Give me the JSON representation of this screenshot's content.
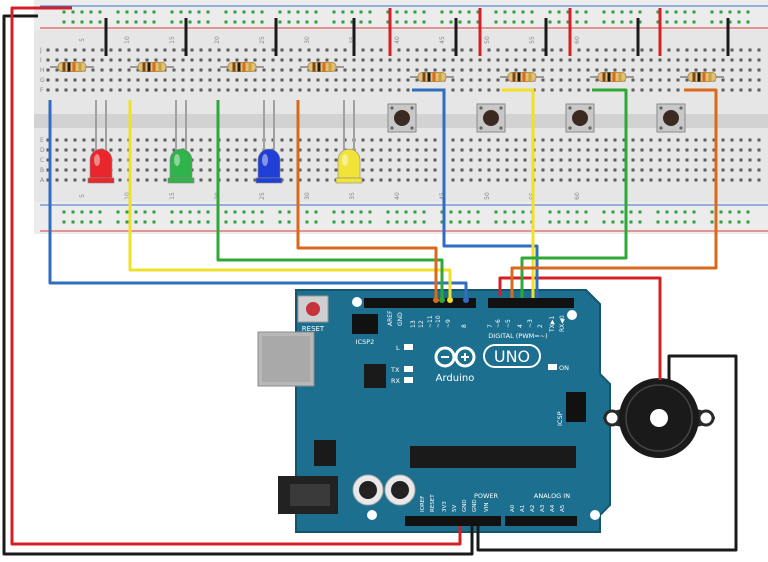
{
  "board": {
    "reset_label": "RESET",
    "icsp2_label": "ICSP2",
    "icsp_label": "ICSP",
    "brand": "Arduino",
    "model": "UNO",
    "on_label": "ON",
    "l_label": "L",
    "tx_label": "TX",
    "rx_label": "RX",
    "digital_label": "DIGITAL (PWM=~)",
    "power_label": "POWER",
    "analog_label": "ANALOG IN",
    "aref_label": "AREF",
    "gnd_label": "GND",
    "tx_pin_label": "TX▶1",
    "rx_pin_label": "RX◀0",
    "digital_pins": [
      "13",
      "12",
      "~11",
      "~10",
      "~9",
      "8",
      "7",
      "~6",
      "~5",
      "4",
      "~3",
      "2"
    ],
    "power_pins": [
      "IOREF",
      "RESET",
      "3V3",
      "5V",
      "GND",
      "GND",
      "VIN"
    ],
    "analog_pins": [
      "A0",
      "A1",
      "A2",
      "A3",
      "A4",
      "A5"
    ]
  },
  "breadboard": {
    "column_numbers": [
      "5",
      "10",
      "15",
      "20",
      "25",
      "30",
      "35",
      "40",
      "45",
      "50",
      "55",
      "60"
    ],
    "row_letters_top": [
      "J",
      "I",
      "H",
      "G",
      "F"
    ],
    "row_letters_bottom": [
      "E",
      "D",
      "C",
      "B",
      "A"
    ]
  },
  "components": {
    "leds": [
      {
        "name": "red",
        "color": "#e8262b"
      },
      {
        "name": "green",
        "color": "#2fb34a"
      },
      {
        "name": "blue",
        "color": "#1f3fd6"
      },
      {
        "name": "yellow",
        "color": "#f2e33a"
      }
    ],
    "buttons": 4,
    "resistors": 8,
    "buzzer": "piezo"
  },
  "colors": {
    "board": "#1c6f8e",
    "breadboard": "#e8e8e8",
    "wire_red": "#d32027",
    "wire_black": "#1a1a1a",
    "wire_blue": "#2e6dbf",
    "wire_yellow": "#f2e028",
    "wire_green": "#2ea836",
    "wire_orange": "#d96a1c"
  }
}
